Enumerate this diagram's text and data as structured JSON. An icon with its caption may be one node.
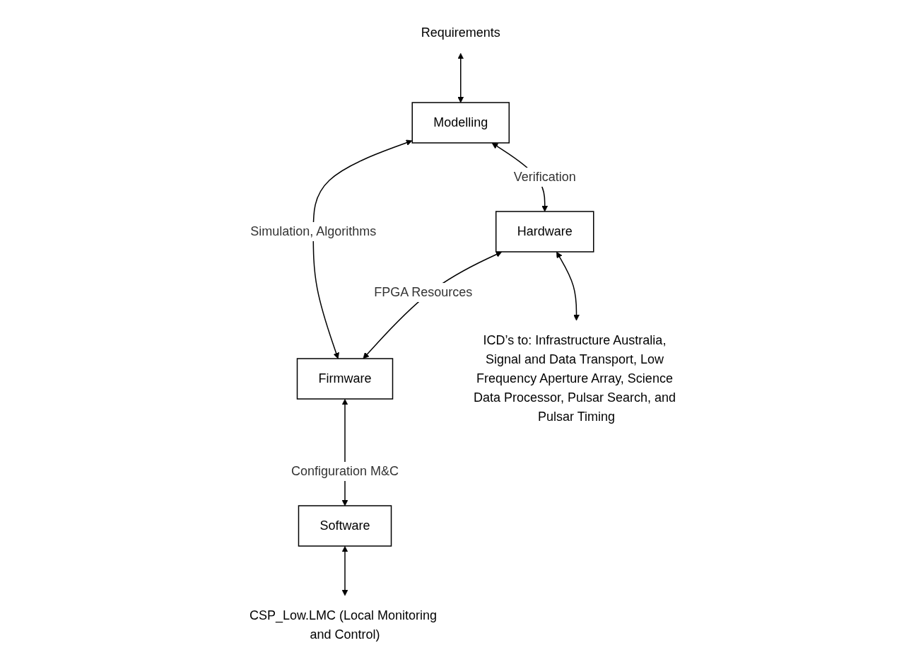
{
  "diagram": {
    "nodes": [
      {
        "text": [
          "Requirements"
        ]
      },
      {
        "text": [
          "Modelling"
        ]
      },
      {
        "text": [
          "Hardware"
        ]
      },
      {
        "text": [
          "Firmware"
        ]
      },
      {
        "text": [
          "ICD’s to: Infrastructure Australia, Signal and Data Transport, Low Frequency Aperture Array, Science Data Processor, Pulsar Search, and Pulsar Timing"
        ]
      },
      {
        "text": [
          "Software"
        ]
      },
      {
        "text": [
          "CSP_Low.LMC (Local Monitoring and Control)"
        ]
      }
    ],
    "edges": [
      {
        "from": 0,
        "to": 1,
        "arrow": "both"
      },
      {
        "from": 1,
        "to": 2,
        "arrow": "both",
        "label": "Verification"
      },
      {
        "from": 1,
        "to": 3,
        "arrow": "both",
        "label": "Simulation, Algorithms"
      },
      {
        "from": 2,
        "to": 3,
        "arrow": "both",
        "label": "FPGA Resources"
      },
      {
        "from": 2,
        "to": 4,
        "arrow": "both"
      },
      {
        "from": 3,
        "to": 5,
        "arrow": "both",
        "label": "Configuration M&C"
      },
      {
        "from": 5,
        "to": 6,
        "arrow": "both"
      }
    ]
  }
}
